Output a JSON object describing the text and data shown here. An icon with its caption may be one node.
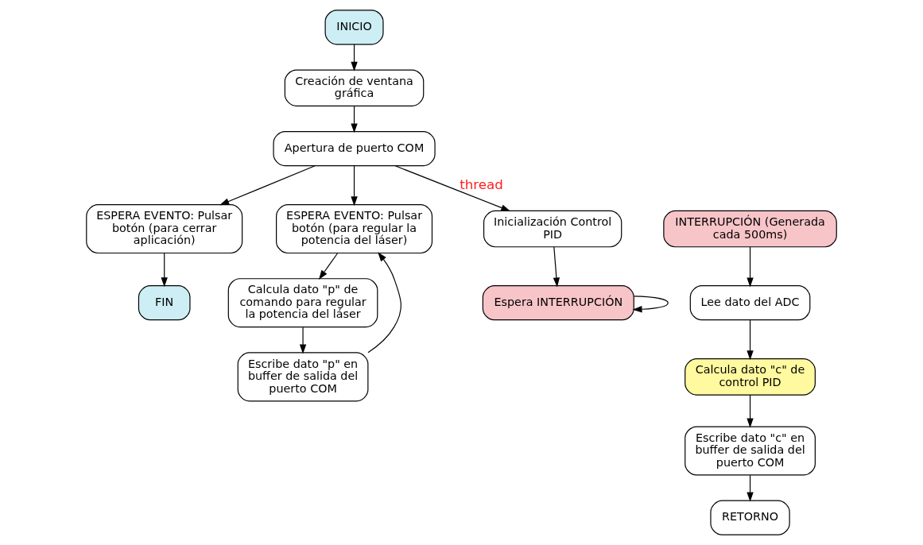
{
  "diagram": {
    "nodes": [
      {
        "text": [
          "INICIO"
        ]
      },
      {
        "text": [
          "Creación de ventana gráfica"
        ]
      },
      {
        "text": [
          "Apertura de puerto COM"
        ]
      },
      {
        "text": [
          "ESPERA EVENTO: Pulsar botón (para cerrar aplicación)"
        ]
      },
      {
        "text": [
          "FIN"
        ]
      },
      {
        "text": [
          "ESPERA EVENTO: Pulsar botón (para regular la potencia del láser)"
        ]
      },
      {
        "text": [
          "Calcula dato \"p\" de comando para regular la potencia del láser"
        ]
      },
      {
        "text": [
          "Escribe dato \"p\" en buffer de salida del puerto COM"
        ]
      },
      {
        "text": [
          "Inicialización Control PID"
        ]
      },
      {
        "text": [
          "Espera INTERRUPCIÓN"
        ]
      },
      {
        "text": [
          "INTERRUPCIÓN (Generada cada 500ms)"
        ]
      },
      {
        "text": [
          "Lee dato del ADC"
        ]
      },
      {
        "text": [
          "Calcula dato \"c\" de control PID"
        ]
      },
      {
        "text": [
          "Escribe dato \"c\" en buffer de salida del puerto COM"
        ]
      },
      {
        "text": [
          "RETORNO"
        ]
      }
    ],
    "edges": [
      {
        "from": 0,
        "to": 1,
        "arrow": "to"
      },
      {
        "from": 1,
        "to": 2,
        "arrow": "to"
      },
      {
        "from": 2,
        "to": 3,
        "arrow": "to"
      },
      {
        "from": 2,
        "to": 5,
        "arrow": "to"
      },
      {
        "from": 2,
        "to": 8,
        "arrow": "to",
        "label": "thread"
      },
      {
        "from": 3,
        "to": 4,
        "arrow": "to"
      },
      {
        "from": 5,
        "to": 6,
        "arrow": "to"
      },
      {
        "from": 6,
        "to": 7,
        "arrow": "to"
      },
      {
        "from": 7,
        "to": 5,
        "arrow": "to"
      },
      {
        "from": 8,
        "to": 9,
        "arrow": "to"
      },
      {
        "from": 9,
        "to": 9,
        "arrow": "to"
      },
      {
        "from": 10,
        "to": 11,
        "arrow": "to"
      },
      {
        "from": 11,
        "to": 12,
        "arrow": "to"
      },
      {
        "from": 12,
        "to": 13,
        "arrow": "to"
      },
      {
        "from": 13,
        "to": 14,
        "arrow": "to"
      }
    ]
  }
}
